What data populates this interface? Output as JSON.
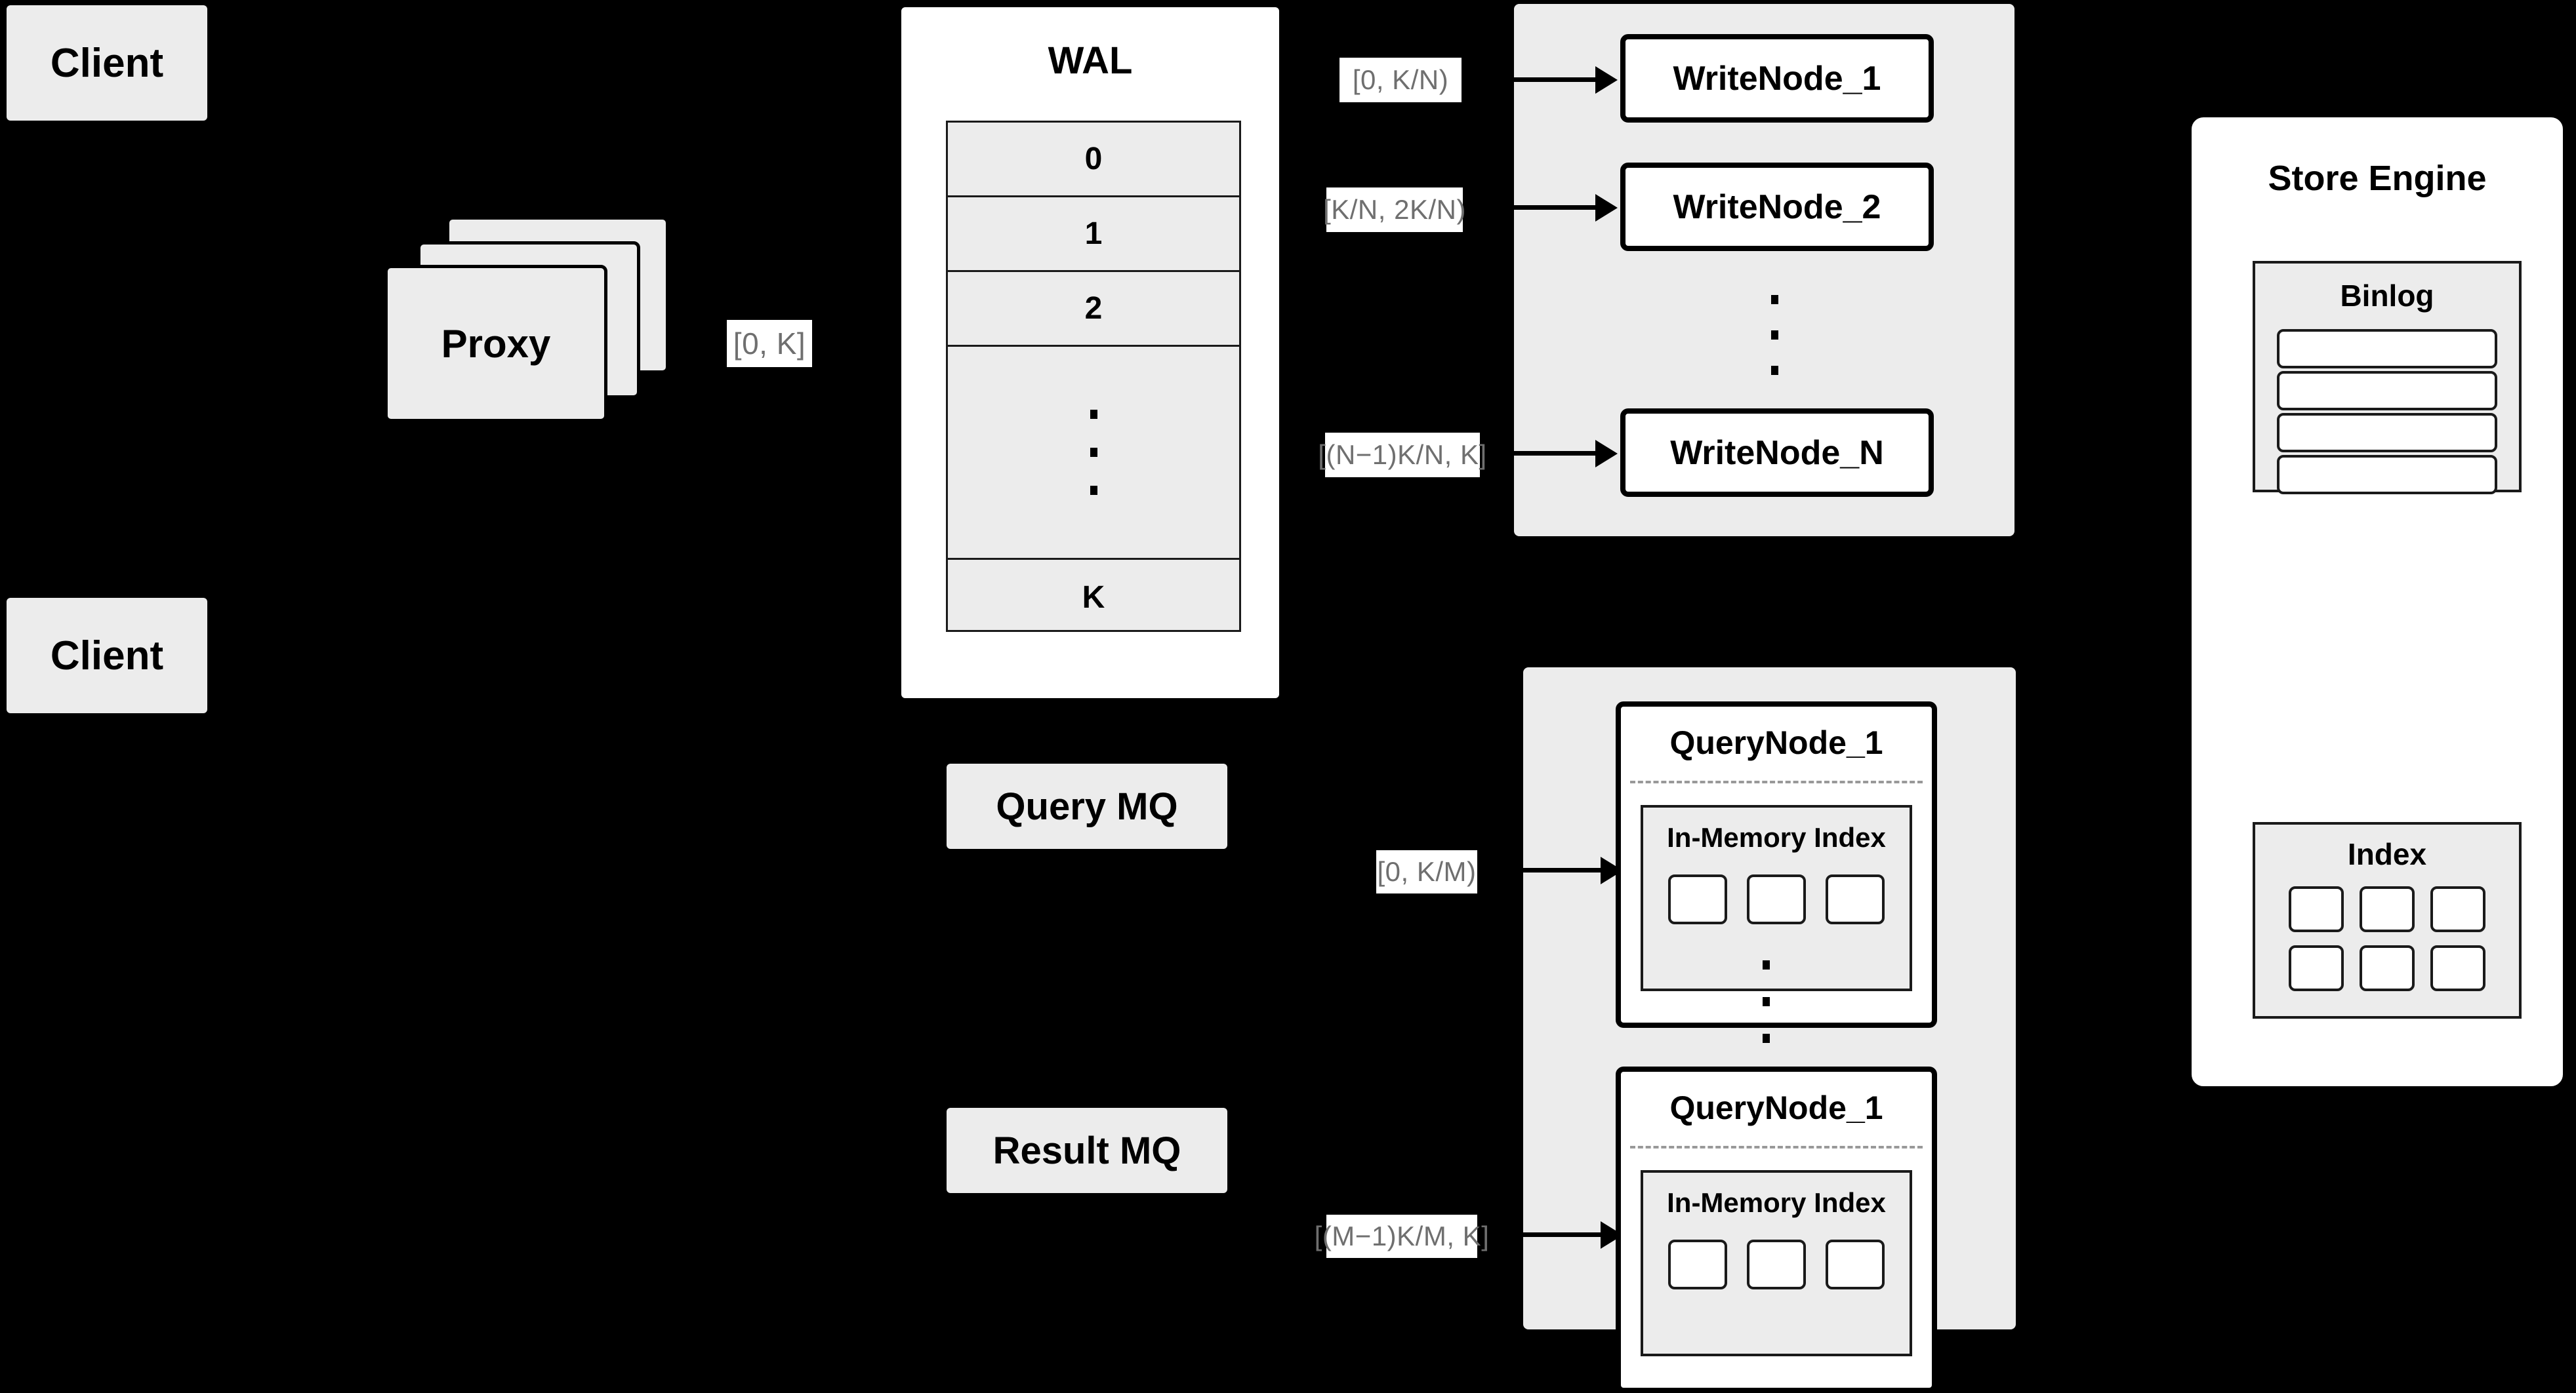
{
  "diagram": {
    "title": "Distributed write/query architecture",
    "background_color": "#000000",
    "node_fill": "#ececec",
    "panel_fill": "#ffffff",
    "label_text_color": "#6f6f6f"
  },
  "clients": [
    {
      "label": "Client"
    },
    {
      "label": "Client"
    }
  ],
  "proxy": {
    "label": "Proxy",
    "stack_count": 3,
    "out_range_label": "[0, K]"
  },
  "wal": {
    "title": "WAL",
    "rows": [
      "0",
      "1",
      "2",
      "⋮",
      "K"
    ],
    "ellipsis_row_index": 3
  },
  "write_cluster": {
    "nodes": [
      {
        "label": "WriteNode_1",
        "range_label": "[0,  K/N)"
      },
      {
        "label": "WriteNode_2",
        "range_label": "[K/N, 2K/N)"
      },
      {
        "label": "WriteNode_N",
        "range_label": "[(N−1)K/N,  K]"
      }
    ],
    "ellipsis": "⋮"
  },
  "query_cluster": {
    "nodes": [
      {
        "label": "QueryNode_1",
        "range_label": "[0, K/M)",
        "index": {
          "title": "In-Memory Index",
          "chip_count": 3
        }
      },
      {
        "label": "QueryNode_1",
        "range_label": "[(M−1)K/M, K]",
        "index": {
          "title": "In-Memory Index",
          "chip_count": 3
        }
      }
    ],
    "ellipsis": "⋮"
  },
  "message_queues": [
    {
      "label": "Query MQ"
    },
    {
      "label": "Result MQ"
    }
  ],
  "store_engine": {
    "title": "Store Engine",
    "binlog": {
      "title": "Binlog",
      "bar_count": 4
    },
    "index": {
      "title": "Index",
      "chip_count": 6,
      "rows": 2,
      "cols": 3
    }
  }
}
